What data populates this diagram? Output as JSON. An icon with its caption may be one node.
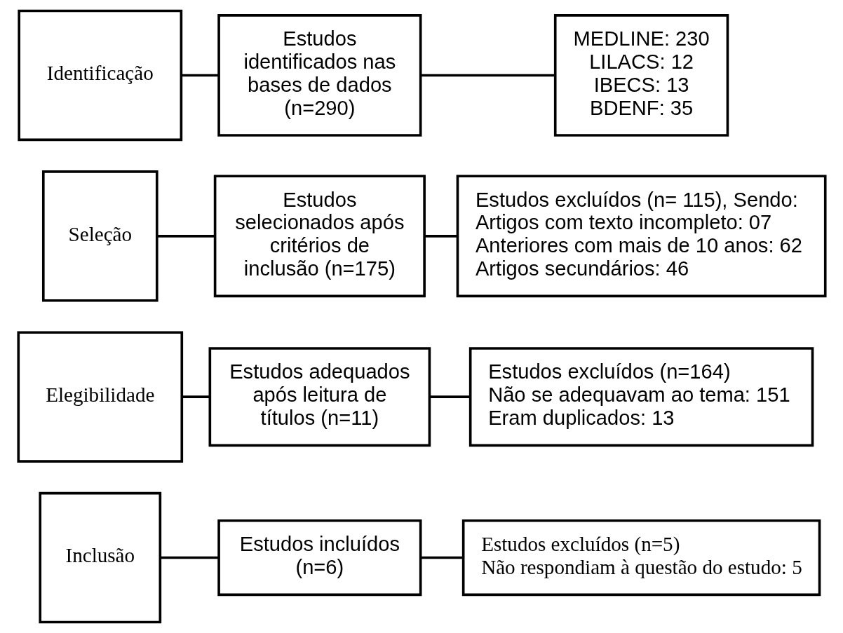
{
  "diagram": {
    "nodes": [
      {
        "text": [
          "Identificação"
        ]
      },
      {
        "text": [
          "Estudos identificados nas bases de dados (n=290)"
        ]
      },
      {
        "text": [
          "MEDLINE: 230",
          "LILACS: 12",
          "IBECS: 13",
          "BDENF: 35"
        ]
      },
      {
        "text": [
          "Seleção"
        ]
      },
      {
        "text": [
          "Estudos selecionados após critérios de inclusão (n=175)"
        ]
      },
      {
        "text": [
          "Estudos excluídos (n= 115), Sendo:",
          "Artigos com texto incompleto: 07",
          "Anteriores com mais de 10 anos: 62",
          "Artigos secundários: 46"
        ]
      },
      {
        "text": [
          "Elegibilidade"
        ]
      },
      {
        "text": [
          "Estudos adequados após leitura de títulos (n=11)"
        ]
      },
      {
        "text": [
          "Estudos excluídos (n=164)",
          "Não se adequavam ao tema: 151",
          "Eram duplicados: 13"
        ]
      },
      {
        "text": [
          "Inclusão"
        ]
      },
      {
        "text": [
          "Estudos incluídos (n=6)"
        ]
      },
      {
        "text": [
          "Estudos excluídos (n=5)",
          "Não respondiam à questão do estudo: 5"
        ]
      }
    ],
    "edges": [
      {
        "from": 0,
        "to": 1,
        "arrow": "none"
      },
      {
        "from": 1,
        "to": 2,
        "arrow": "none"
      },
      {
        "from": 3,
        "to": 4,
        "arrow": "none"
      },
      {
        "from": 4,
        "to": 5,
        "arrow": "none"
      },
      {
        "from": 6,
        "to": 7,
        "arrow": "none"
      },
      {
        "from": 7,
        "to": 8,
        "arrow": "none"
      },
      {
        "from": 9,
        "to": 10,
        "arrow": "none"
      },
      {
        "from": 10,
        "to": 11,
        "arrow": "none"
      }
    ]
  }
}
